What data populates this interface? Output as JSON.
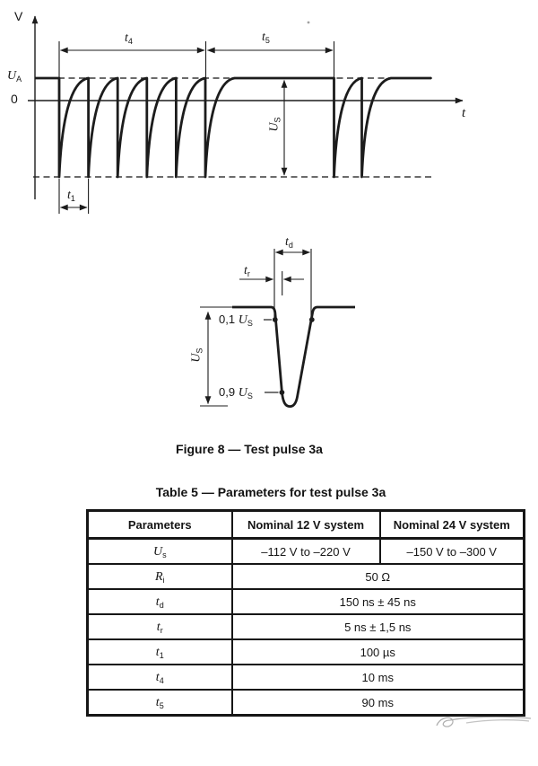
{
  "page": {
    "background": "#ffffff",
    "ink": "#1c1c1c"
  },
  "figure_top": {
    "v_axis_label": "V",
    "zero_label": "0",
    "t_axis_label": "t",
    "ua_label": {
      "base": "U",
      "sub": "A"
    },
    "us_label": {
      "base": "U",
      "sub": "S"
    },
    "t4_label": {
      "base": "t",
      "sub": "4"
    },
    "t5_label": {
      "base": "t",
      "sub": "5"
    },
    "t1_label": {
      "base": "t",
      "sub": "1"
    }
  },
  "figure_detail": {
    "td_label": {
      "base": "t",
      "sub": "d"
    },
    "tr_label": {
      "base": "t",
      "sub": "r"
    },
    "us_label": {
      "base": "U",
      "sub": "S"
    },
    "p01_label": {
      "prefix": "0,1 ",
      "base": "U",
      "sub": "S"
    },
    "p09_label": {
      "prefix": "0,9 ",
      "base": "U",
      "sub": "S"
    }
  },
  "figure_caption": "Figure 8 — Test pulse 3a",
  "table_caption": "Table 5 — Parameters for test pulse 3a",
  "table": {
    "headers": [
      "Parameters",
      "Nominal 12 V system",
      "Nominal 24 V system"
    ],
    "rows": [
      {
        "sym": {
          "base": "U",
          "sub": "s"
        },
        "v12": "–112 V to –220 V",
        "v24": "–150 V to –300 V"
      },
      {
        "sym": {
          "base": "R",
          "sub": "i"
        },
        "value": "50 Ω"
      },
      {
        "sym": {
          "base": "t",
          "sub": "d"
        },
        "value": "150 ns ± 45 ns"
      },
      {
        "sym": {
          "base": "t",
          "sub": "r"
        },
        "value": "5 ns ± 1,5 ns"
      },
      {
        "sym": {
          "base": "t",
          "sub": "1"
        },
        "value": "100 µs"
      },
      {
        "sym": {
          "base": "t",
          "sub": "4"
        },
        "value": "10 ms"
      },
      {
        "sym": {
          "base": "t",
          "sub": "5"
        },
        "value": "90 ms"
      }
    ]
  }
}
